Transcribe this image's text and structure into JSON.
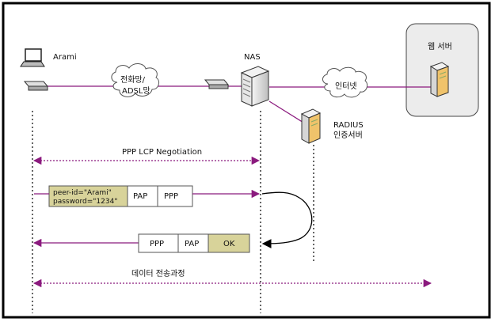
{
  "nodes": {
    "client": "Arami",
    "nas": "NAS",
    "pstn": [
      "전화망/",
      "ADSL망"
    ],
    "internet": "인터넷",
    "web_server": "웹 서버",
    "radius": [
      "RADIUS",
      "인증서버"
    ]
  },
  "messages": {
    "lcp": "PPP LCP Negotiation",
    "request": {
      "credentials": [
        "peer-id=\"Arami\"",
        "password=\"1234\""
      ],
      "fields": [
        "PAP",
        "PPP"
      ]
    },
    "response": {
      "fields": [
        "PPP",
        "PAP",
        "OK"
      ]
    },
    "data_transfer": "데이터 전송과정"
  },
  "colors": {
    "line": "#8b1a7e",
    "frame": "#000000",
    "credential_fill": "#d8d39a",
    "ok_fill": "#d8d39a",
    "server_fill": "#eeeeee"
  }
}
